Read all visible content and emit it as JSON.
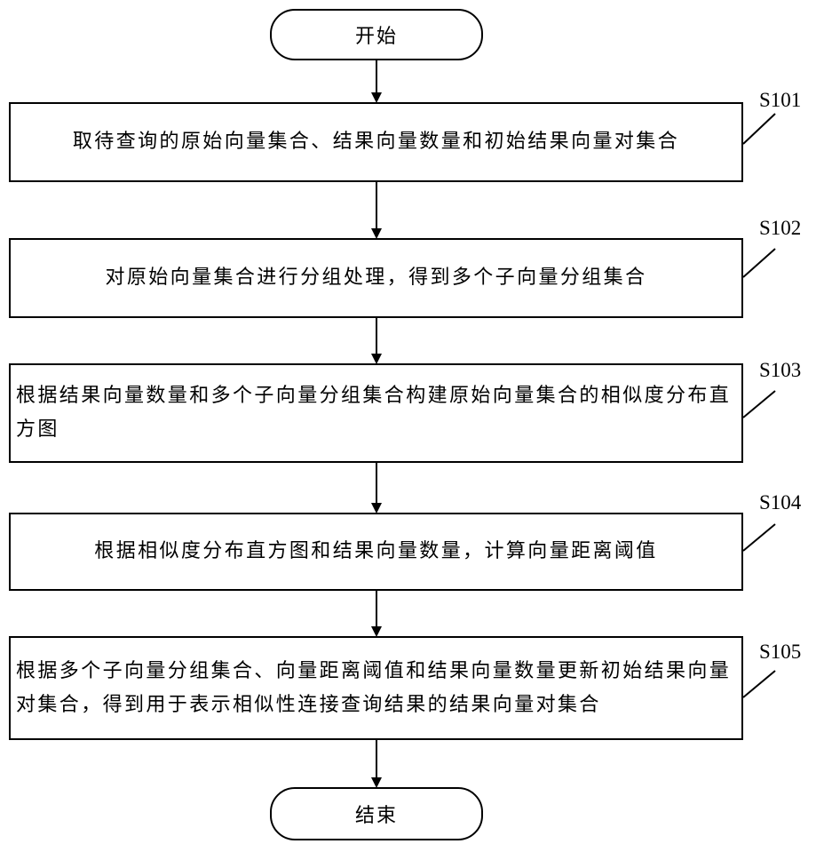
{
  "flowchart": {
    "start_label": "开始",
    "end_label": "结束",
    "steps": [
      {
        "id": "S101",
        "text": "取待查询的原始向量集合、结果向量数量和初始结果向量对集合"
      },
      {
        "id": "S102",
        "text": "对原始向量集合进行分组处理，得到多个子向量分组集合"
      },
      {
        "id": "S103",
        "text": "根据结果向量数量和多个子向量分组集合构建原始向量集合的相似度分布直方图"
      },
      {
        "id": "S104",
        "text": "根据相似度分布直方图和结果向量数量，计算向量距离阈值"
      },
      {
        "id": "S105",
        "text": "根据多个子向量分组集合、向量距离阈值和结果向量数量更新初始结果向量对集合，得到用于表示相似性连接查询结果的结果向量对集合"
      }
    ]
  }
}
